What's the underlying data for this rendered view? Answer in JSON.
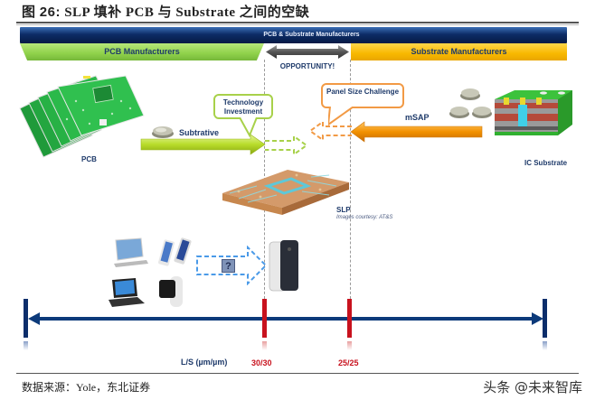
{
  "figure": {
    "label": "图",
    "number": "26:",
    "title": "SLP 填补 PCB 与 Substrate 之间的空缺"
  },
  "header_bars": {
    "top": "PCB & Substrate  Manufacturers",
    "left": "PCB  Manufacturers",
    "right": "Substrate Manufacturers",
    "middle": "OPPORTUNITY!"
  },
  "left_side": {
    "product_label": "PCB",
    "process_label": "Subtrative",
    "callout": "Technology Investment"
  },
  "right_side": {
    "product_label": "IC Substrate",
    "process_label": "mSAP",
    "callout": "Panel Size Challenge"
  },
  "center": {
    "product_label": "SLP",
    "credit": "Images courtesy: AT&S"
  },
  "devices": {
    "question_mark": "?"
  },
  "axis": {
    "label": "L/S (µm/µm)",
    "ticks": [
      "30/30",
      "25/25"
    ]
  },
  "colors": {
    "navy": "#0c2e6b",
    "green": "#8fd14a",
    "orange": "#f29a45",
    "gold": "#f8b800",
    "red": "#c8121e"
  },
  "footer": {
    "source": "数据来源：Yole，东北证券",
    "watermark": "头条 @未来智库"
  }
}
